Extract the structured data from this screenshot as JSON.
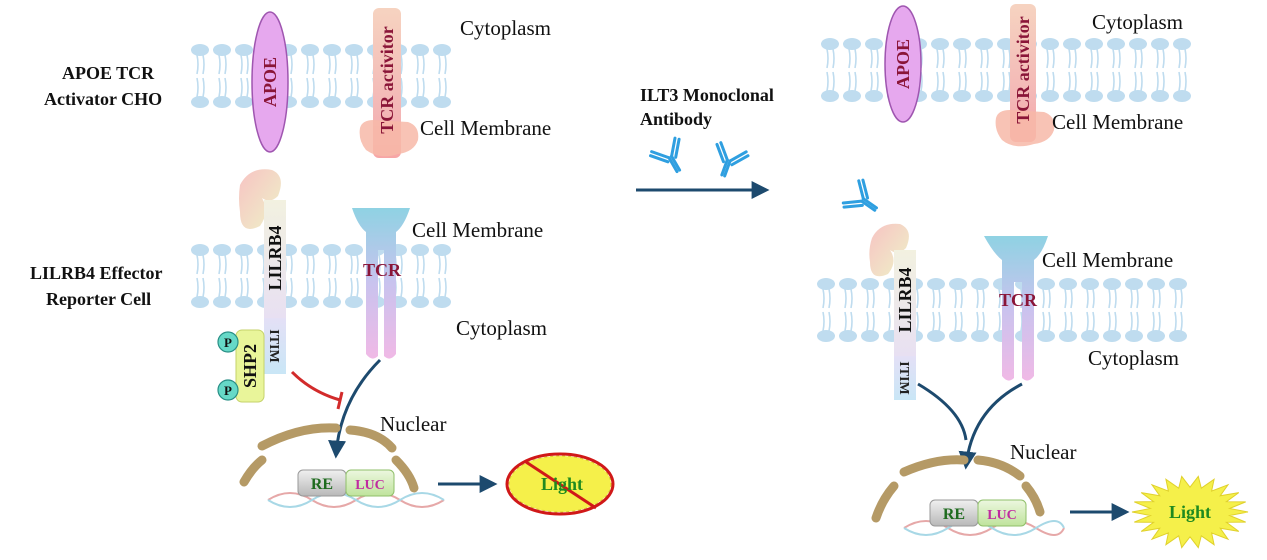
{
  "colors": {
    "membrane": "#bfdcef",
    "apoe": "#e6a8ee",
    "tcr_activator": "#f3b6b6",
    "tcr": "#8fd2e3",
    "lilrb4": "#eeeed8",
    "shp2": "#e9f59a",
    "phospho": "#66d9c7",
    "nucleus": "#b59a66",
    "re_box": "#c9c9c9",
    "luc_box": "#cdebb0",
    "light_burst": "#f5f04a",
    "inhibition_arrow": "#d22b2b",
    "arrow": "#1d4a6e",
    "antibody": "#2f9fe0",
    "text_red": "#8a1538",
    "text_green": "#1f8a1f"
  },
  "left_panel": {
    "cho_label": [
      "APOE TCR",
      "Activator CHO"
    ],
    "cytoplasm_top": "Cytoplasm",
    "cell_membrane_top": "Cell Membrane",
    "apoe": "APOE",
    "tcr_activator": "TCR activitor",
    "effector_label": [
      "LILRB4 Effector",
      "Reporter Cell"
    ],
    "lilrb4": "LILRB4",
    "itim": "ITIM",
    "shp2": "SHP2",
    "phospho": "P",
    "tcr": "TCR",
    "cell_membrane_mid": "Cell Membrane",
    "cytoplasm_mid": "Cytoplasm",
    "nuclear": "Nuclear",
    "re": "RE",
    "luc": "LUC",
    "light": "Light"
  },
  "middle": {
    "antibody_label": [
      "ILT3 Monoclonal",
      "Antibody"
    ]
  },
  "right_panel": {
    "cytoplasm_top": "Cytoplasm",
    "cell_membrane_top": "Cell Membrane",
    "apoe": "APOE",
    "tcr_activator": "TCR activitor",
    "lilrb4": "LILRB4",
    "itim": "ITIM",
    "tcr": "TCR",
    "cell_membrane_mid": "Cell Membrane",
    "cytoplasm_mid": "Cytoplasm",
    "nuclear": "Nuclear",
    "re": "RE",
    "luc": "LUC",
    "light": "Light"
  }
}
